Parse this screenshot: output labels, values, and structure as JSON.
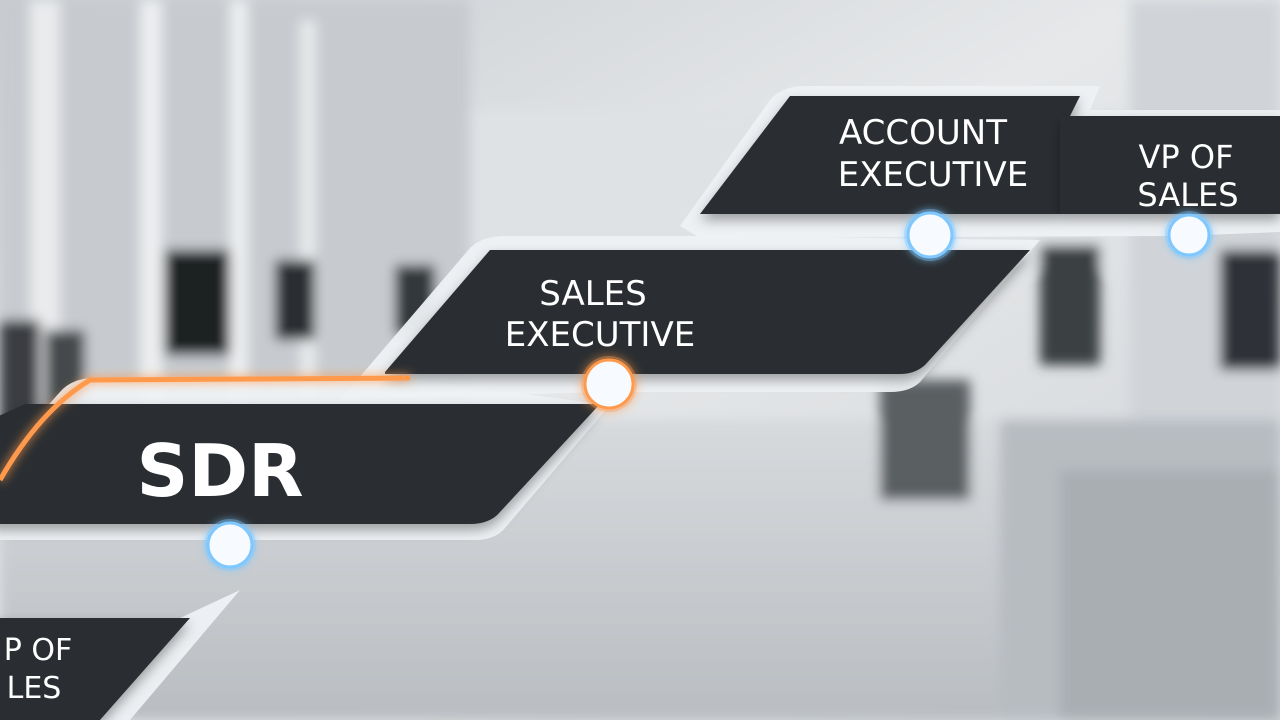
{
  "stages": [
    {
      "id": "sdr",
      "line1": "SDR",
      "line2": ""
    },
    {
      "id": "sales-executive",
      "line1": "SALES",
      "line2": "EXECUTIVE"
    },
    {
      "id": "account-executive",
      "line1": "ACCOUNT",
      "line2": "EXECUTIVE"
    },
    {
      "id": "vp-of-sales",
      "line1": "VP OF",
      "line2": "SALES"
    },
    {
      "id": "vp-of-sales-partial",
      "line1": "P OF",
      "line2": "LES"
    }
  ],
  "colors": {
    "panel": "#2c2f33",
    "panel_edge": "#eef1f4",
    "blue_glow": "#7fc8ff",
    "orange_glow": "#ff9a4d",
    "text": "#ffffff"
  }
}
